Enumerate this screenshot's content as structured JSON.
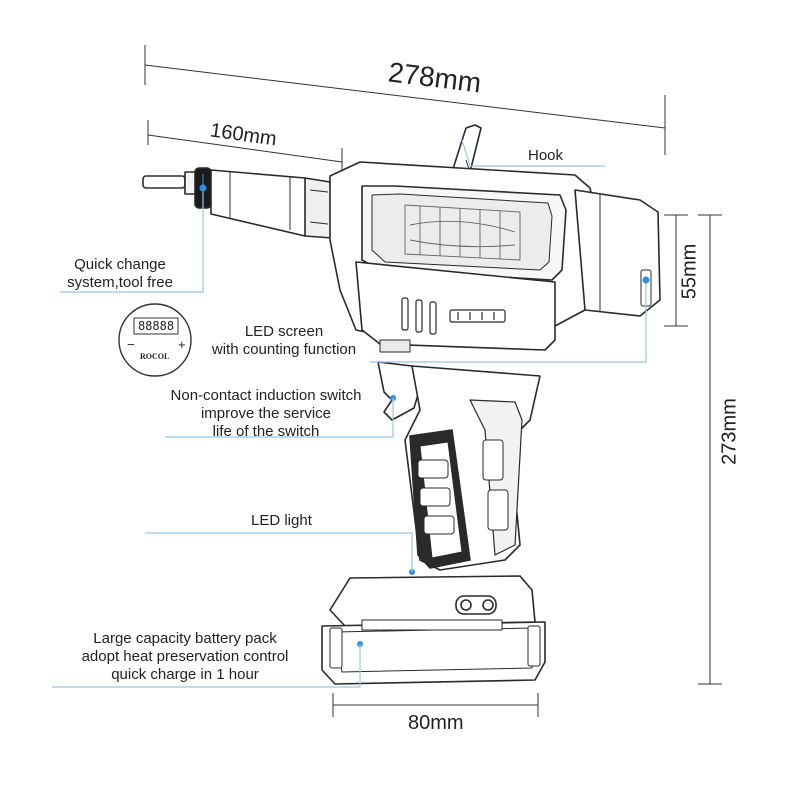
{
  "dimensions": {
    "overall_length": "278mm",
    "nose_length": "160mm",
    "body_height": "55mm",
    "total_height": "273mm",
    "base_width": "80mm"
  },
  "callouts": {
    "hook": "Hook",
    "quick_change": [
      "Quick change",
      "system,tool free"
    ],
    "led_screen": [
      "LED screen",
      "with counting function"
    ],
    "switch": [
      "Non-contact induction switch",
      "improve the service",
      "life of the switch"
    ],
    "led_light": "LED light",
    "battery": [
      "Large capacity battery pack",
      "adopt heat preservation control",
      "quick charge in 1 hour"
    ]
  },
  "display_inset": {
    "digits": "88888",
    "minus": "−",
    "plus": "+",
    "brand": "ROCOL"
  },
  "colors": {
    "line": "#2a2a2a",
    "leader": "#9bc4e8",
    "dot": "#2f8fe0"
  }
}
